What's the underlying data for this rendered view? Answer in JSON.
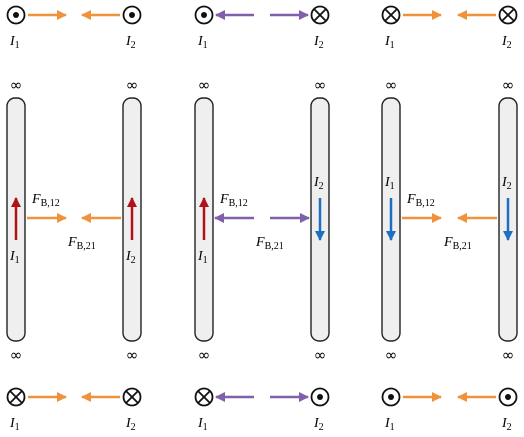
{
  "colors": {
    "force_orange": "#f0923a",
    "force_purple": "#8060a8",
    "current_red": "#b0121b",
    "current_blue": "#1f6fc0",
    "wire_fill": "#efefef",
    "wire_stroke": "#222222"
  },
  "infinity_symbol": "∞",
  "scenarios": [
    {
      "top": {
        "left": {
          "symbol": "dot",
          "name": "I",
          "sub": "1"
        },
        "right": {
          "symbol": "dot",
          "name": "I",
          "sub": "2"
        },
        "force_color": "orange",
        "forces": "repel"
      },
      "wires": {
        "left": {
          "current_dir": "up",
          "color": "red",
          "name": "I",
          "sub": "1"
        },
        "right": {
          "current_dir": "up",
          "color": "red",
          "name": "I",
          "sub": "2"
        }
      },
      "force_left": {
        "name": "F",
        "sub": "B,12",
        "dir": "right"
      },
      "force_right": {
        "name": "F",
        "sub": "B,21",
        "dir": "left"
      },
      "force_color": "orange",
      "bottom": {
        "left": {
          "symbol": "cross",
          "name": "I",
          "sub": "1"
        },
        "right": {
          "symbol": "cross",
          "name": "I",
          "sub": "2"
        },
        "force_color": "orange",
        "forces": "repel"
      }
    },
    {
      "top": {
        "left": {
          "symbol": "dot",
          "name": "I",
          "sub": "1"
        },
        "right": {
          "symbol": "cross",
          "name": "I",
          "sub": "2"
        },
        "force_color": "purple",
        "forces": "attract"
      },
      "wires": {
        "left": {
          "current_dir": "up",
          "color": "red",
          "name": "I",
          "sub": "1"
        },
        "right": {
          "current_dir": "down",
          "color": "blue",
          "name": "I",
          "sub": "2"
        }
      },
      "force_left": {
        "name": "F",
        "sub": "B,12",
        "dir": "left"
      },
      "force_right": {
        "name": "F",
        "sub": "B,21",
        "dir": "right"
      },
      "force_color": "purple",
      "bottom": {
        "left": {
          "symbol": "cross",
          "name": "I",
          "sub": "1"
        },
        "right": {
          "symbol": "dot",
          "name": "I",
          "sub": "2"
        },
        "force_color": "purple",
        "forces": "attract"
      }
    },
    {
      "top": {
        "left": {
          "symbol": "cross",
          "name": "I",
          "sub": "1"
        },
        "right": {
          "symbol": "cross",
          "name": "I",
          "sub": "2"
        },
        "force_color": "orange",
        "forces": "repel"
      },
      "wires": {
        "left": {
          "current_dir": "down",
          "color": "blue",
          "name": "I",
          "sub": "1"
        },
        "right": {
          "current_dir": "down",
          "color": "blue",
          "name": "I",
          "sub": "2"
        }
      },
      "force_left": {
        "name": "F",
        "sub": "B,12",
        "dir": "right"
      },
      "force_right": {
        "name": "F",
        "sub": "B,21",
        "dir": "left"
      },
      "force_color": "orange",
      "bottom": {
        "left": {
          "symbol": "dot",
          "name": "I",
          "sub": "1"
        },
        "right": {
          "symbol": "dot",
          "name": "I",
          "sub": "2"
        },
        "force_color": "orange",
        "forces": "repel"
      }
    }
  ]
}
